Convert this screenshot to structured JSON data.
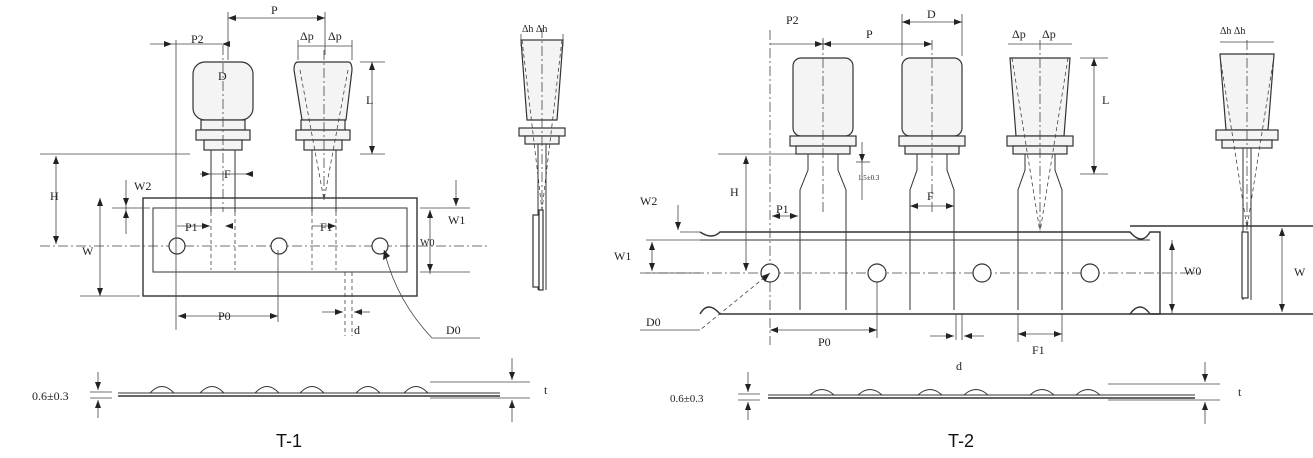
{
  "labels": {
    "t1": {
      "P": "P",
      "P2": "P2",
      "dp1": "Δp",
      "dp2": "Δp",
      "dh": "Δh Δh",
      "D": "D",
      "L": "L",
      "F": "F",
      "H": "H",
      "W2": "W2",
      "W": "W",
      "P1": "P1",
      "F1": "F1",
      "W1": "W1",
      "W0": "W0",
      "P0": "P0",
      "d": "d",
      "D0": "D0",
      "t_tol": "0.6±0.3",
      "t": "t",
      "caption": "T-1"
    },
    "t2": {
      "P2": "P2",
      "P": "P",
      "D": "D",
      "dp1": "Δp",
      "dp2": "Δp",
      "dh": "Δh Δh",
      "L": "L",
      "H": "H",
      "note": "1.5±0.3",
      "P1": "P1",
      "F": "F",
      "W2": "W2",
      "W1": "W1",
      "W0": "W0",
      "W": "W",
      "D0": "D0",
      "P0": "P0",
      "d": "d",
      "F1": "F1",
      "t_tol": "0.6±0.3",
      "t": "t",
      "caption": "T-2"
    }
  }
}
